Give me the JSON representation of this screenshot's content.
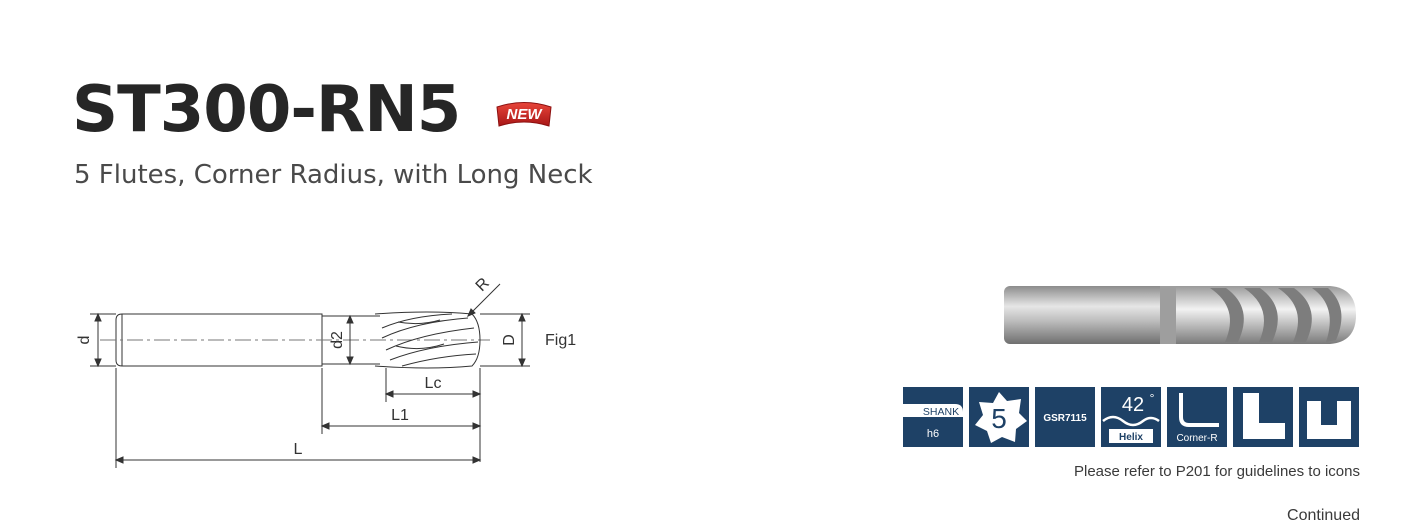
{
  "header": {
    "title": "ST300-RN5",
    "badge": "NEW",
    "subtitle": "5 Flutes, Corner Radius, with Long Neck"
  },
  "drawing": {
    "label_d": "d",
    "label_d2": "d2",
    "label_D": "D",
    "label_R": "R",
    "label_Lc": "Lc",
    "label_L1": "L1",
    "label_L": "L",
    "fig_label": "Fig1"
  },
  "icons": {
    "shank_label": "SHANK",
    "shank_tol": "h6",
    "flutes": "5",
    "grade": "GSR7115",
    "helix_angle": "42",
    "helix_unit": "°",
    "helix_label": "Helix",
    "corner_label": "Corner-R"
  },
  "footer": {
    "note": "Please refer to P201 for guidelines to icons",
    "continued": "Continued"
  }
}
